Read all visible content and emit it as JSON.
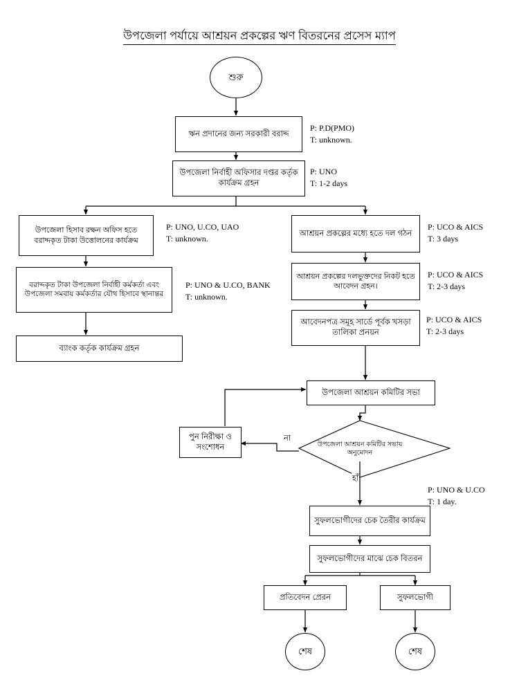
{
  "title": "উপজেলা পর্যায়ে আশ্রয়ন প্রকল্পের ঋণ বিতরনের প্রসেস ম্যাপ",
  "nodes": {
    "start": "শুরু",
    "govt_allocation": "ঋন প্রদানের জন্য সরকারী বরাদ্দ",
    "uno_office_action": "উপজেলা নির্বাহী অফিসার দপ্তর কর্তৃক কার্যক্রম গ্রহন",
    "withdraw_money": "উপজেলা হিসাব রক্ষন অফিস হতে বরাদ্দকৃত টাকা উত্তোলনের কার্যক্রম",
    "joint_account": "বরাদ্দকৃত টাকা উপজেলা নির্বাহী কর্মকর্তা এবং উপজেলা সমবায় কর্মকর্তার যৌথ হিসাবে স্থানান্তর",
    "bank_action": "ব্যাংক কর্তৃক কার্যক্রম গ্রহন",
    "group_formation": "আশ্রয়ন প্রকল্পের মধ্যে হতে দল গঠন",
    "collect_applications": "আশ্রয়ন প্রকল্পের দলভুক্তদের নিকট হতে আবেদন গ্রহন।",
    "draft_list": "আবেদনপত্র সমূহ সার্ডে পূর্বক খসড়া তালিকা প্রনয়ন",
    "committee_meeting": "উপজেলা আশ্রয়ন কমিটির সভা",
    "decision": "উপজেলা আশ্রয়ন কমিটির সভায় অনুমোদন",
    "re_audit": "পুন নিরীক্ষা ও সংশোধন",
    "cheque_prepare": "সুফলভোগীদের চেক তৈরীর কার্যক্রম",
    "cheque_distribute": "সুফলভোগীদের মাঝে চেক বিতরন",
    "send_report": "প্রতিবেদন প্রেরন",
    "beneficiary": "সুফলভোগী",
    "end_left": "শেষ",
    "end_right": "শেষ"
  },
  "edge_labels": {
    "no": "না",
    "yes": "হাঁ"
  },
  "annotations": [
    {
      "id": "anno-govt-allocation",
      "person": "P: P.D(PMO)",
      "time": "T: unknown."
    },
    {
      "id": "anno-uno-office",
      "person": "P: UNO",
      "time": "T: 1-2 days"
    },
    {
      "id": "anno-withdraw",
      "person": "P: UNO, U.CO, UAO",
      "time": "T: unknown."
    },
    {
      "id": "anno-joint-account",
      "person": "P: UNO & U.CO, BANK",
      "time": "T: unknown."
    },
    {
      "id": "anno-group-formation",
      "person": "P: UCO & AICS",
      "time": "T: 3 days"
    },
    {
      "id": "anno-applications",
      "person": "P: UCO & AICS",
      "time": "T: 2-3 days"
    },
    {
      "id": "anno-draft-list",
      "person": "P: UCO & AICS",
      "time": "T: 2-3 days"
    },
    {
      "id": "anno-cheque",
      "person": "P: UNO & U.CO",
      "time": "T: 1 day."
    }
  ],
  "colors": {
    "stroke": "#000000",
    "background": "#ffffff"
  }
}
